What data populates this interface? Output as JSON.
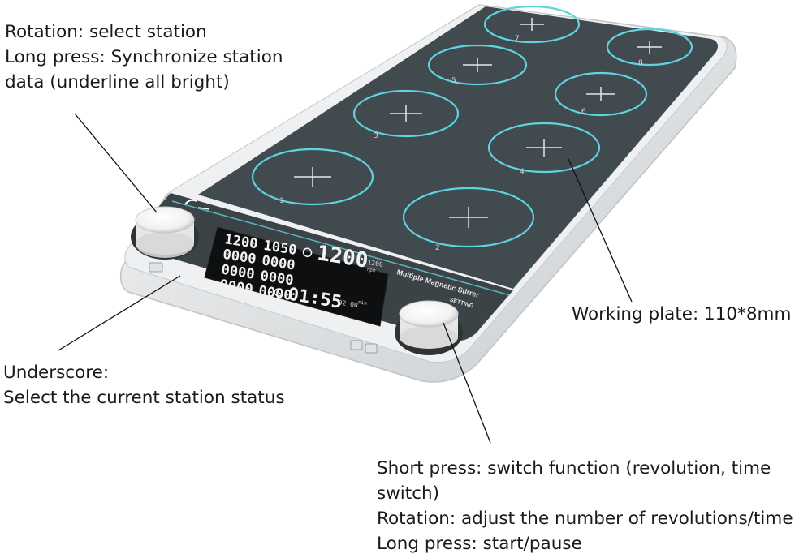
{
  "annotations": {
    "rotation_select": [
      "Rotation: select station",
      "Long press: Synchronize station",
      "data (underline all bright)"
    ],
    "working_plate": "Working plate: 110*8mm",
    "underscore": [
      "Underscore:",
      "Select the current station status"
    ],
    "short_press": [
      "Short press: switch function (revolution, time",
      "switch)",
      "Rotation: adjust the number of revolutions/time",
      "Long press: start/pause"
    ]
  },
  "device": {
    "model_label": "Multiple Magnetic Stirrer",
    "setting_label": "SETTING",
    "lcd_rows": [
      [
        "1200",
        "1050"
      ],
      [
        "0000",
        "0000"
      ],
      [
        "0000",
        "0000"
      ],
      [
        "0000",
        "0000"
      ]
    ],
    "lcd_speed": "1200",
    "lcd_speed_small": "1200",
    "lcd_speed_unit": "rpm",
    "lcd_time": "01:55",
    "lcd_time_small": "02:00",
    "lcd_time_unit": "min",
    "station_numbers": [
      "1",
      "2",
      "3",
      "4",
      "5",
      "6",
      "7",
      "8"
    ],
    "colors": {
      "plate": "#3f4549",
      "body": "#e9ebec",
      "ring": "#5fd3e0",
      "lcd": "#0e0f10"
    }
  }
}
